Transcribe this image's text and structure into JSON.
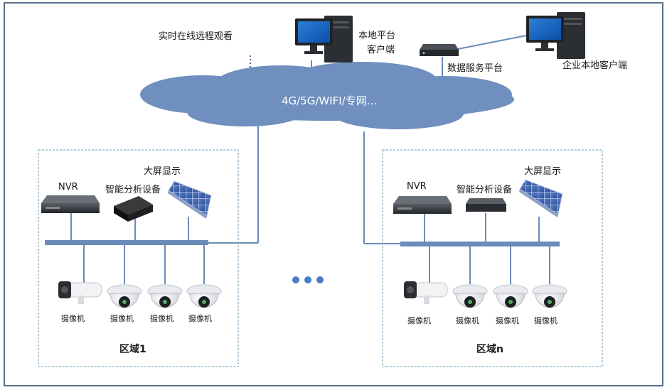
{
  "network": {
    "cloud_label": "4G/5G/WIFI/专网...",
    "remote_view_label": "实时在线远程观看",
    "local_platform_label_line1": "本地平台",
    "local_platform_label_line2": "客户端",
    "data_service_label": "数据服务平台",
    "enterprise_client_label": "企业本地客户端"
  },
  "regions": [
    {
      "title": "区域1",
      "nvr_label": "NVR",
      "analyzer_label": "智能分析设备",
      "display_label": "大屏显示",
      "cameras": [
        "摄像机",
        "摄像机",
        "摄像机",
        "摄像机"
      ]
    },
    {
      "title": "区域n",
      "nvr_label": "NVR",
      "analyzer_label": "智能分析设备",
      "display_label": "大屏显示",
      "cameras": [
        "摄像机",
        "摄像机",
        "摄像机",
        "摄像机"
      ]
    }
  ],
  "colors": {
    "line": "#6b8cba",
    "cloud": "#6f8fbf",
    "border": "#5a6f8a",
    "dashed": "#6a9ab8",
    "dots": "#4a7cc2"
  }
}
